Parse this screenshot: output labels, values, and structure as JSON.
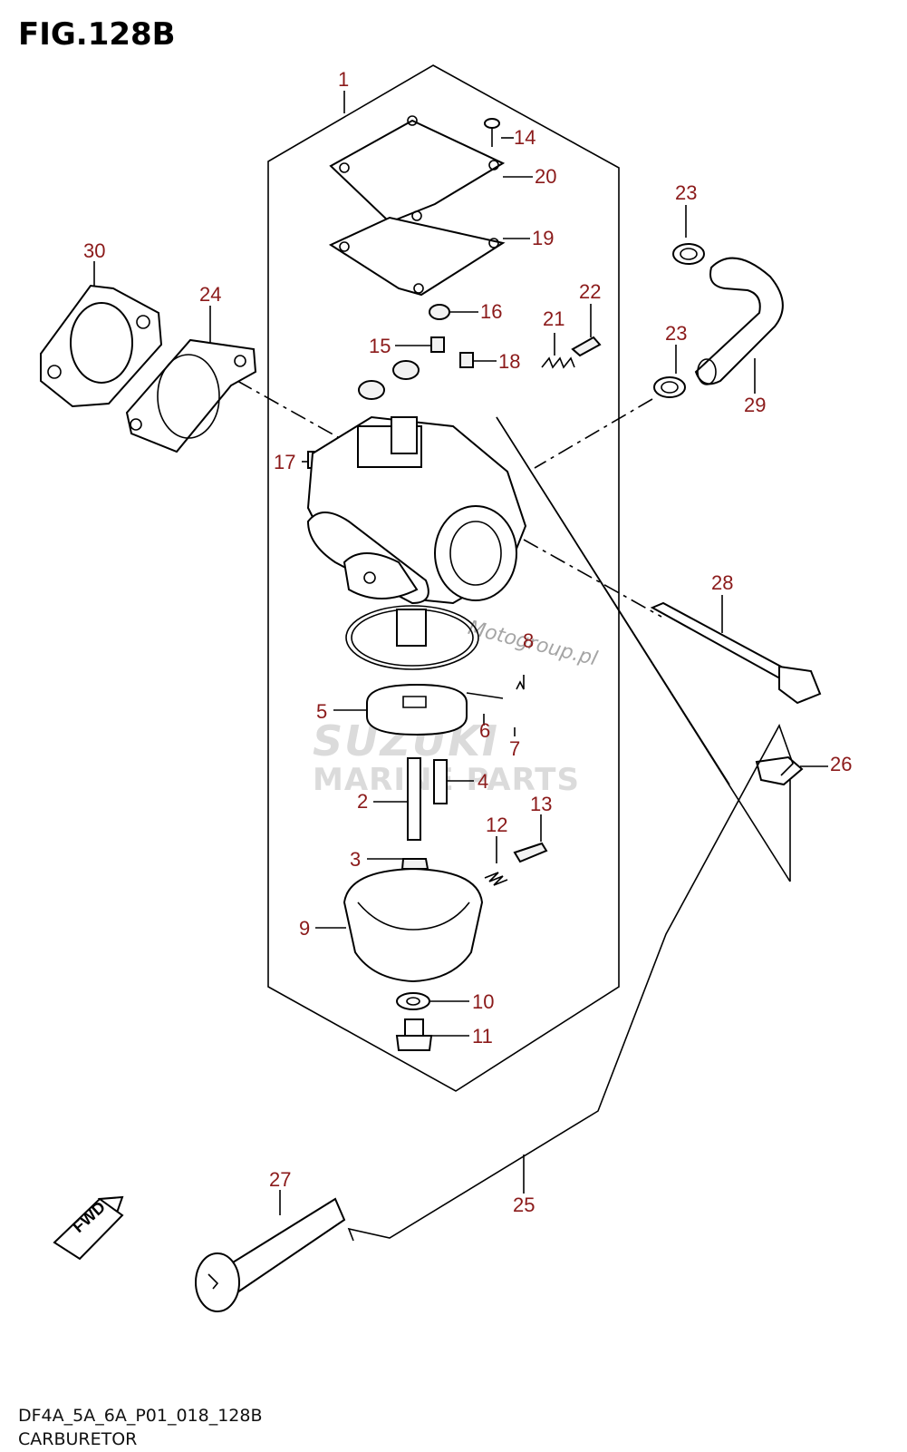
{
  "figure": {
    "title": "FIG.128B",
    "model_code": "DF4A_5A_6A_P01_018_128B",
    "caption": "CARBURETOR"
  },
  "watermark": {
    "brand": "SUZUKI",
    "sub": "MARINE PARTS",
    "site": "Motogroup.pl"
  },
  "fwd_label": "FWD",
  "callouts": {
    "c1": "1",
    "c2": "2",
    "c3": "3",
    "c4": "4",
    "c5": "5",
    "c6": "6",
    "c7": "7",
    "c8": "8",
    "c9": "9",
    "c10": "10",
    "c11": "11",
    "c12": "12",
    "c13": "13",
    "c14": "14",
    "c15": "15",
    "c16": "16",
    "c17": "17",
    "c18": "18",
    "c19": "19",
    "c20": "20",
    "c21": "21",
    "c22": "22",
    "c23a": "23",
    "c23b": "23",
    "c24": "24",
    "c25": "25",
    "c26": "26",
    "c27": "27",
    "c28": "28",
    "c29": "29",
    "c30": "30"
  }
}
